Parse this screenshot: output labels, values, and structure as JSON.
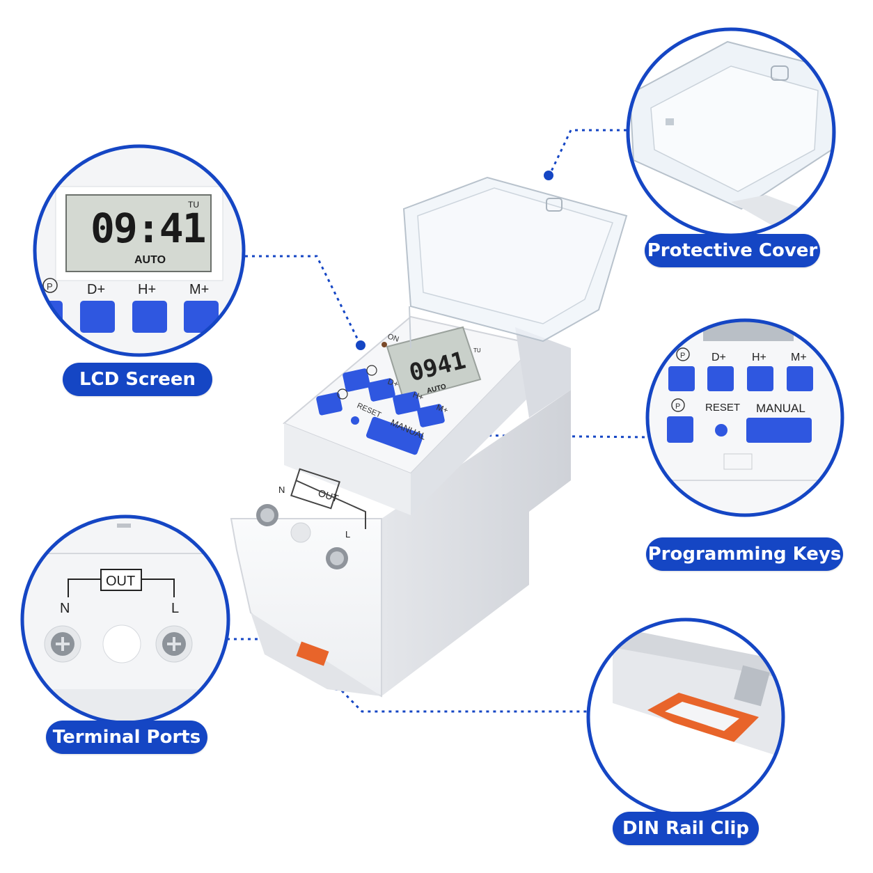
{
  "callouts": {
    "lcd": "LCD Screen",
    "cover": "Protective Cover",
    "keys": "Programming Keys",
    "terminals": "Terminal Ports",
    "din": "DIN Rail Clip"
  },
  "device": {
    "time": "09:41",
    "time_small": "0941",
    "day": "TU",
    "mode": "AUTO",
    "on_label": "ON",
    "keys": [
      "D+",
      "H+",
      "M+"
    ],
    "reset_label": "RESET",
    "manual_label": "MANUAL",
    "out_label": "OUT",
    "neutral_label": "N",
    "live_label": "L",
    "prog_symbol": "P",
    "clock_symbol": "P"
  },
  "colors": {
    "accent": "#1546c4",
    "key_blue": "#2f57e0",
    "lcd_bg": "#d4d9d2",
    "clip_orange": "#e8642a",
    "housing": "#f2f3f5"
  }
}
